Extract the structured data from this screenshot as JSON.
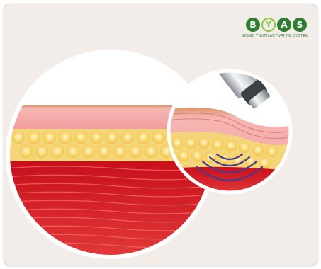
{
  "logo": {
    "letters": [
      "B",
      "Y",
      "A",
      "S"
    ],
    "tagline": "BIONIC YOUTH ACTIVATING SYSTEM"
  },
  "colors": {
    "background": "#f2ede8",
    "epidermis": "#f3a5a6",
    "fat": "#f4d060",
    "muscle": "#d7202c",
    "brand_green": "#2f7d32",
    "wave": "#4a3a8c"
  }
}
